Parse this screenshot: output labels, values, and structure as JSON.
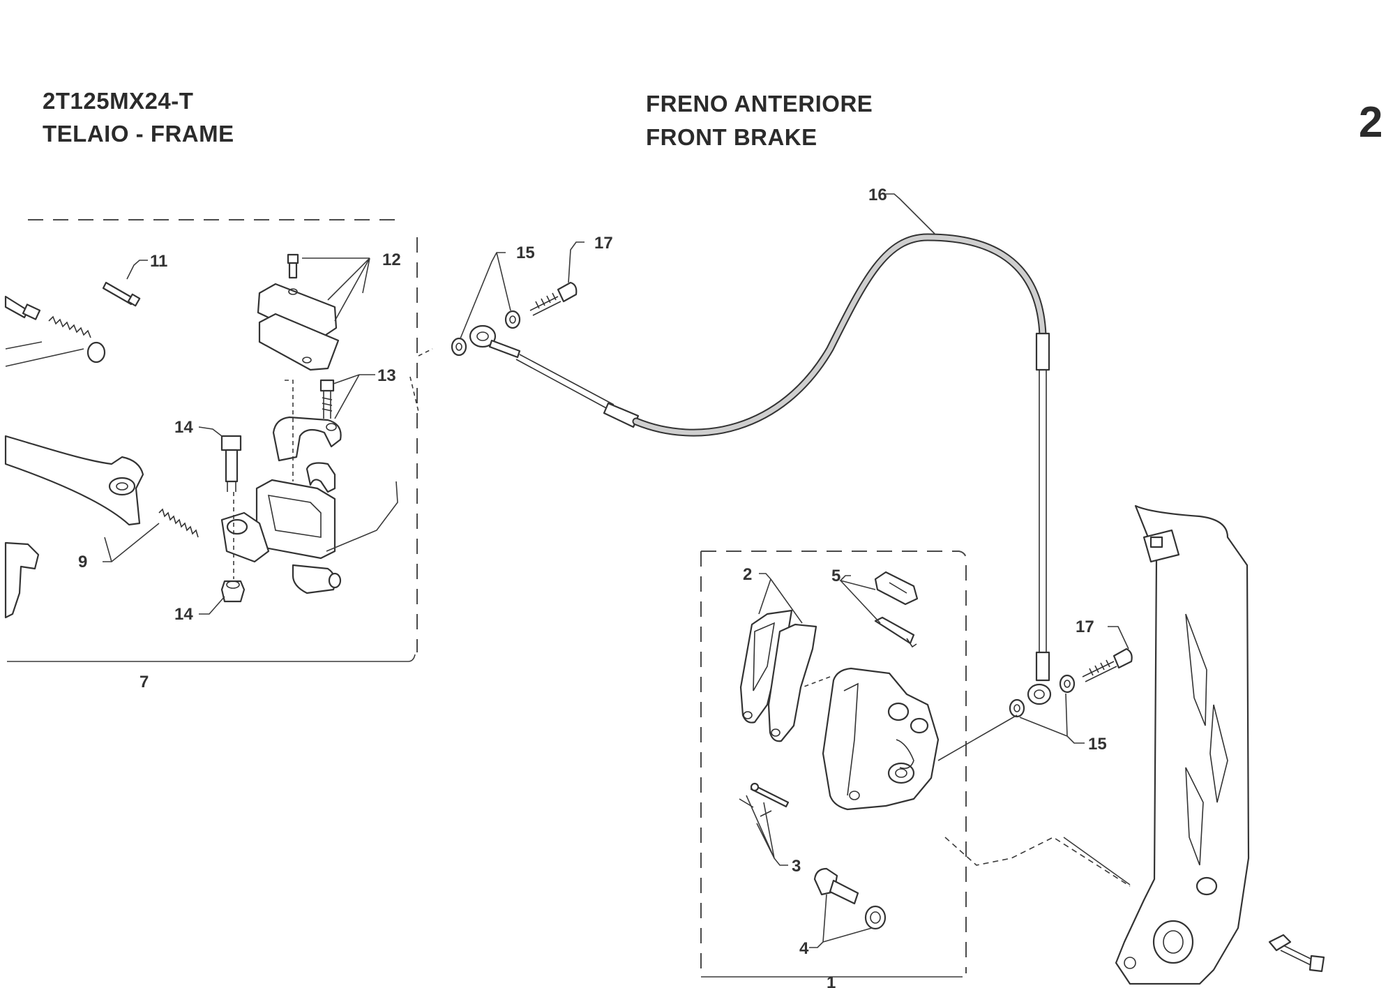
{
  "header": {
    "model_code": "2T125MX24-T",
    "group_title": "TELAIO - FRAME",
    "title_it": "FRENO ANTERIORE",
    "title_en": "FRONT BRAKE",
    "page_number": "2"
  },
  "callouts": {
    "c1": "1",
    "c2": "2",
    "c3": "3",
    "c4": "4",
    "c5": "5",
    "c7": "7",
    "c9": "9",
    "c11": "11",
    "c12": "12",
    "c13": "13",
    "c14a": "14",
    "c14b": "14",
    "c15a": "15",
    "c15b": "15",
    "c16": "16",
    "c17a": "17",
    "c17b": "17"
  }
}
